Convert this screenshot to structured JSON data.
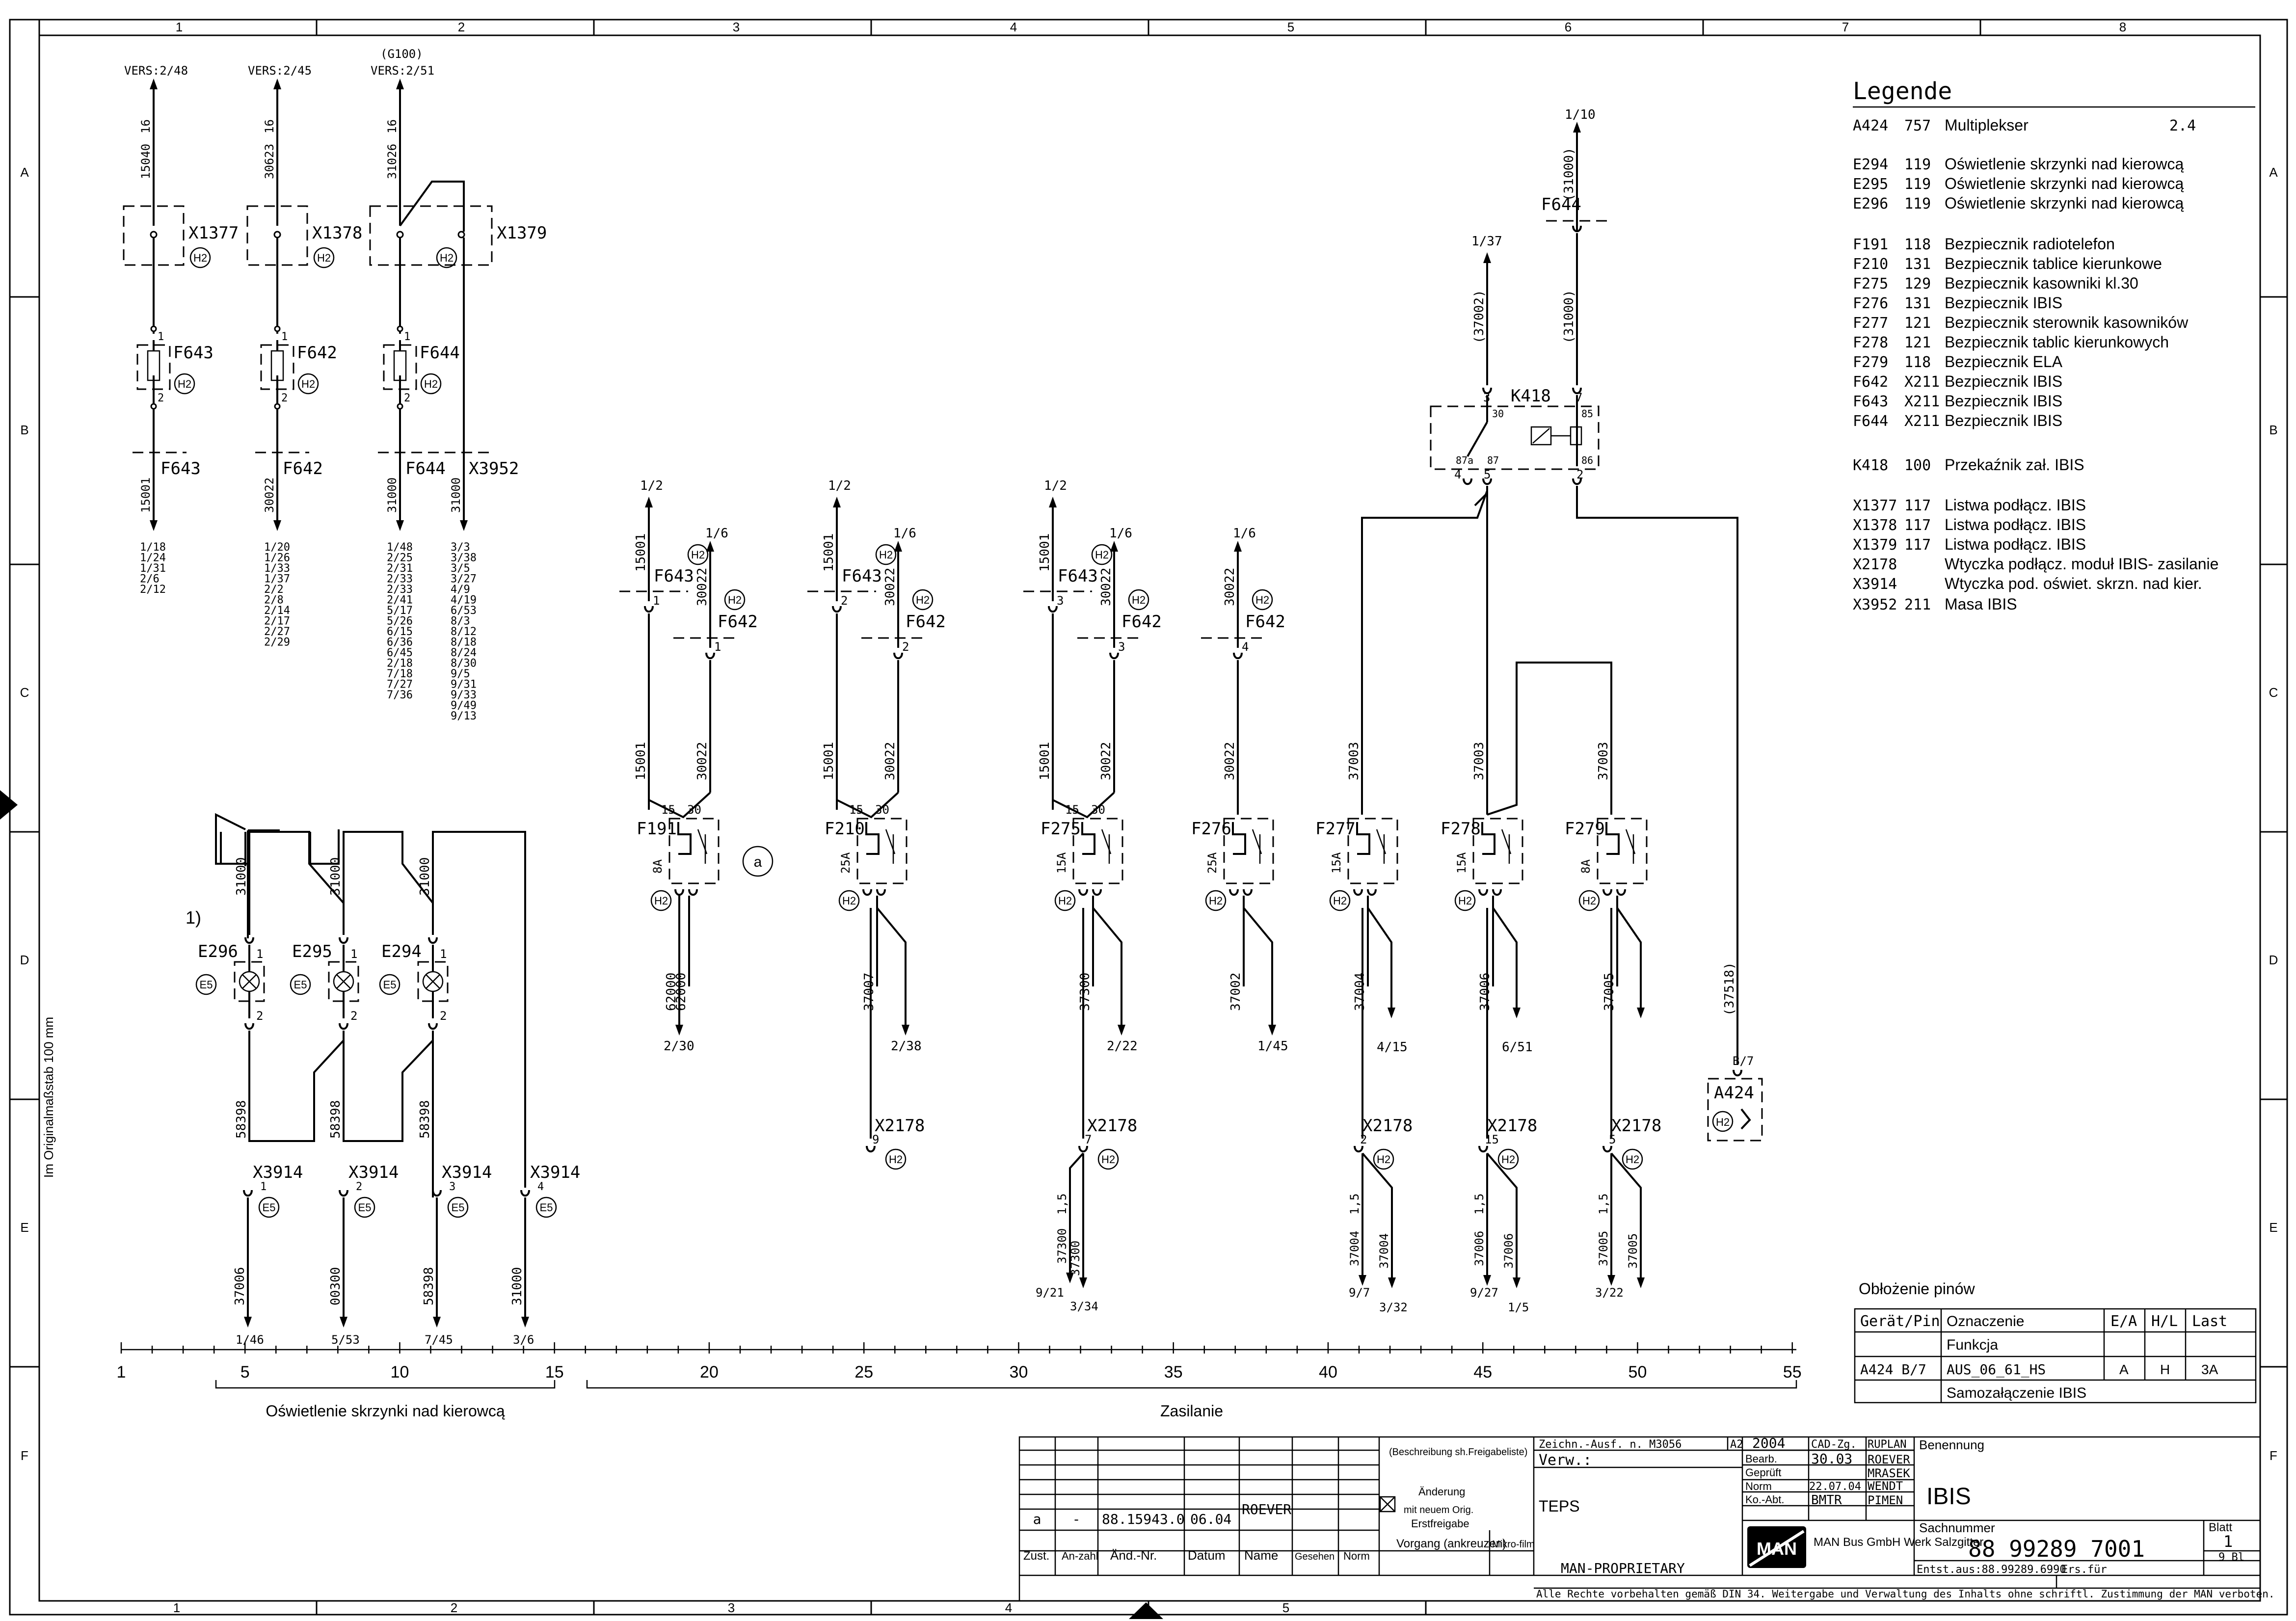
{
  "frame": {
    "columns": [
      "1",
      "2",
      "3",
      "4",
      "5",
      "6",
      "7",
      "8"
    ],
    "rows": [
      "A",
      "B",
      "C",
      "D",
      "E",
      "F"
    ],
    "scale_note": "Im Originalmaßstab 100 mm"
  },
  "legend": {
    "title": "Legende",
    "entries": [
      {
        "ref": "A424",
        "code": "757",
        "text": "Multiplekser",
        "extra": "2.4"
      },
      {
        "ref": "E294",
        "code": "119",
        "text": "Oświetlenie skrzynki nad kierowcą",
        "extra": ""
      },
      {
        "ref": "E295",
        "code": "119",
        "text": "Oświetlenie skrzynki nad kierowcą",
        "extra": ""
      },
      {
        "ref": "E296",
        "code": "119",
        "text": "Oświetlenie skrzynki nad kierowcą",
        "extra": ""
      },
      {
        "ref": "F191",
        "code": "118",
        "text": "Bezpiecznik radiotelefon",
        "extra": ""
      },
      {
        "ref": "F210",
        "code": "131",
        "text": "Bezpiecznik tablice kierunkowe",
        "extra": ""
      },
      {
        "ref": "F275",
        "code": "129",
        "text": "Bezpiecznik kasowniki kl.30",
        "extra": ""
      },
      {
        "ref": "F276",
        "code": "131",
        "text": "Bezpiecznik IBIS",
        "extra": ""
      },
      {
        "ref": "F277",
        "code": "121",
        "text": "Bezpiecznik sterownik kasowników",
        "extra": ""
      },
      {
        "ref": "F278",
        "code": "121",
        "text": "Bezpiecznik tablic kierunkowych",
        "extra": ""
      },
      {
        "ref": "F279",
        "code": "118",
        "text": "Bezpiecznik ELA",
        "extra": ""
      },
      {
        "ref": "F642",
        "code": "X211",
        "text": "Bezpiecznik IBIS",
        "extra": ""
      },
      {
        "ref": "F643",
        "code": "X211",
        "text": "Bezpiecznik IBIS",
        "extra": ""
      },
      {
        "ref": "F644",
        "code": "X211",
        "text": "Bezpiecznik IBIS",
        "extra": ""
      },
      {
        "ref": "K418",
        "code": "100",
        "text": "Przekaźnik zał. IBIS",
        "extra": ""
      },
      {
        "ref": "X1377",
        "code": "117",
        "text": "Listwa podłącz. IBIS",
        "extra": ""
      },
      {
        "ref": "X1378",
        "code": "117",
        "text": "Listwa podłącz. IBIS",
        "extra": ""
      },
      {
        "ref": "X1379",
        "code": "117",
        "text": "Listwa podłącz. IBIS",
        "extra": ""
      },
      {
        "ref": "X2178",
        "code": "",
        "text": "Wtyczka podłącz. moduł IBIS- zasilanie",
        "extra": ""
      },
      {
        "ref": "X3914",
        "code": "",
        "text": "Wtyczka pod. oświet. skrzn. nad kier.",
        "extra": ""
      },
      {
        "ref": "X3952",
        "code": "211",
        "text": "Masa IBIS",
        "extra": ""
      }
    ]
  },
  "pin_table": {
    "title": "Obłożenie pinów",
    "headers": [
      "Gerät/Pin",
      "Oznaczenie",
      "E/A",
      "H/L",
      "Last"
    ],
    "sub_header": "Funkcja",
    "row": [
      "A424  B/7",
      "AUS_06_61_HS",
      "A",
      "H",
      "3A"
    ],
    "row_function": "Samozałączenie IBIS"
  },
  "ruler": {
    "ticks": [
      "1",
      "5",
      "10",
      "15",
      "20",
      "25",
      "30",
      "35",
      "40",
      "45",
      "50",
      "55"
    ],
    "group_left": "Oświetlenie skrzynki nad kierowcą",
    "group_right": "Zasilanie"
  },
  "top_left": {
    "g100": "(G100)",
    "vers": [
      "VERS:2/48",
      "VERS:2/45",
      "VERS:2/51"
    ],
    "gauge": "16",
    "wires": [
      "15040",
      "30623",
      "31026"
    ],
    "connectors": [
      "X1377",
      "X1378",
      "X1379"
    ],
    "fuses": [
      "F643",
      "F642",
      "F644"
    ],
    "lower_fuses": [
      "F643",
      "F642",
      "F644",
      "X3952"
    ],
    "lower_wires": [
      "15001",
      "30022",
      "31000",
      "31000"
    ],
    "refs1": [
      "1/18",
      "1/24",
      "1/31",
      "2/6",
      "2/12"
    ],
    "refs2": [
      "1/20",
      "1/26",
      "1/33",
      "1/37",
      "2/2",
      "2/8",
      "2/14",
      "2/17",
      "2/27",
      "2/29"
    ],
    "refs3": [
      "1/48",
      "2/25",
      "2/31",
      "2/33",
      "2/33",
      "2/41",
      "5/17",
      "5/26",
      "6/15",
      "6/36",
      "6/45",
      "2/18",
      "7/18",
      "7/27",
      "7/36"
    ],
    "refs4": [
      "3/3",
      "3/38",
      "3/5",
      "3/27",
      "4/9",
      "4/19",
      "6/53",
      "8/3",
      "8/12",
      "8/18",
      "8/24",
      "8/30",
      "9/5",
      "9/31",
      "9/33",
      "9/49",
      "9/13"
    ]
  },
  "badges": {
    "h2": "H2",
    "e5": "E5"
  },
  "relay": {
    "top_ref": "1/10",
    "top_wire": "(31000)",
    "fuse": "F644",
    "left_ref": "1/37",
    "wire_left": "(37002)",
    "wire_right": "(31000)",
    "name": "K418",
    "pins": [
      "3",
      "30",
      "7",
      "85",
      "87a",
      "87",
      "86",
      "4",
      "5",
      "2"
    ]
  },
  "lamps": {
    "note": "1)",
    "wire_top": "31000",
    "wire_bottom": "58398",
    "names": [
      "E296",
      "E295",
      "E294"
    ],
    "x3914": [
      {
        "name": "X3914",
        "pin": "1",
        "wire": "37006",
        "ref": "1/46"
      },
      {
        "name": "X3914",
        "pin": "2",
        "wire": "00300",
        "ref": "5/53"
      },
      {
        "name": "X3914",
        "pin": "3",
        "wire": "58398",
        "ref": "7/45"
      },
      {
        "name": "X3914",
        "pin": "4",
        "wire": "31000",
        "ref": "3/6"
      }
    ]
  },
  "fuse_columns": [
    {
      "name": "F191",
      "amp": "8A",
      "in_a": "15001",
      "in_b": "30022",
      "out_wire": "62000",
      "out_ref": "2/30",
      "pin": "1"
    },
    {
      "name": "F210",
      "amp": "25A",
      "in_a": "15001",
      "in_b": "30022",
      "out_wire": "37007",
      "out_ref": "2/38",
      "pin": "2"
    },
    {
      "name": "F275",
      "amp": "15A",
      "in_a": "15001",
      "in_b": "30022",
      "out_wire": "37300",
      "out_ref": "2/22",
      "pin": "3"
    },
    {
      "name": "F276",
      "amp": "25A",
      "in_a": "",
      "in_b": "30022",
      "out_wire": "37002",
      "out_ref": "1/45",
      "pin": "4"
    },
    {
      "name": "F277",
      "amp": "15A",
      "in_a": "",
      "in_b": "37003",
      "out_wire": "37004",
      "out_ref": "4/15",
      "pin": ""
    },
    {
      "name": "F278",
      "amp": "15A",
      "in_a": "",
      "in_b": "37003",
      "out_wire": "37006",
      "out_ref": "6/51",
      "pin": ""
    },
    {
      "name": "F279",
      "amp": "8A",
      "in_a": "",
      "in_b": "37003",
      "out_wire": "37005",
      "out_ref": "",
      "pin": ""
    }
  ],
  "labels": {
    "ref12": "1/2",
    "ref16": "1/6",
    "f643": "F643",
    "f642": "F642",
    "x2178": "X2178",
    "circle_a": "a",
    "a424": "A424",
    "b7": "B/7",
    "w37518": "(37518)",
    "w37300": "37300",
    "x2178_pins": [
      "9",
      "7",
      "2",
      "15",
      "5"
    ],
    "bottom_refs": [
      "9/21",
      "3/34",
      "9/7",
      "3/32",
      "9/27",
      "1/5",
      "3/22"
    ],
    "terms": [
      "15",
      "30"
    ],
    "gauge15": "1,5",
    "bot_wires": [
      "37004",
      "37006",
      "37005"
    ],
    "out_pairs": [
      "(37004)",
      "(37006)",
      "(37005)"
    ]
  },
  "title_block": {
    "rev_letter": "a",
    "rev_dash": "-",
    "rev_no": "88.15943.0",
    "rev_date": "06.04",
    "rev_name": "ROEVER",
    "col_heads": [
      "Zust.",
      "An-zahl",
      "Änd.-Nr.",
      "Datum",
      "Name",
      "Gesehen",
      "Norm"
    ],
    "beschreibung": "(Beschreibung sh.Freigabeliste)",
    "aenderung": "Änderung",
    "mit_neuem": "mit neuem Orig.",
    "erstfreigabe": "Erstfreigabe",
    "vorgang": "Vorgang (ankreuzen)",
    "mikro": "Mikro-film",
    "zeichn": "Zeichn.-Ausf. n. M3056",
    "a2": "A2",
    "year": "2004",
    "cad": "CAD-Zg.",
    "ruplan": "RUPLAN",
    "verw": "Verw.:",
    "teps": "TEPS",
    "bearb": "Bearb.",
    "bearb_date": "30.03",
    "bearb_name": "ROEVER",
    "gepr": "Geprüft",
    "gepr_name": "MRASEK",
    "norm": "Norm",
    "norm_date": "22.07.04",
    "norm_name": "WENDT",
    "koabt": "Ko.-Abt.",
    "koabt_code": "BMTR",
    "koabt_name": "PIMEN",
    "benennung": "Benennung",
    "title": "IBIS",
    "sachnummer": "Sachnummer",
    "sach_value": "88 99289 7001",
    "blatt": "Blatt",
    "blatt_no": "1",
    "blatt_of": "9 Bl",
    "man": "MAN",
    "company": "MAN Bus GmbH Werk Salzgitter",
    "entst": "Entst.aus:88.99289.6990",
    "ers": "Ers.für",
    "proprietary": "MAN-PROPRIETARY",
    "copyright": "Alle Rechte vorbehalten gemäß DIN 34. Weitergabe und Verwaltung des Inhalts ohne schriftl. Zustimmung der MAN verboten."
  }
}
